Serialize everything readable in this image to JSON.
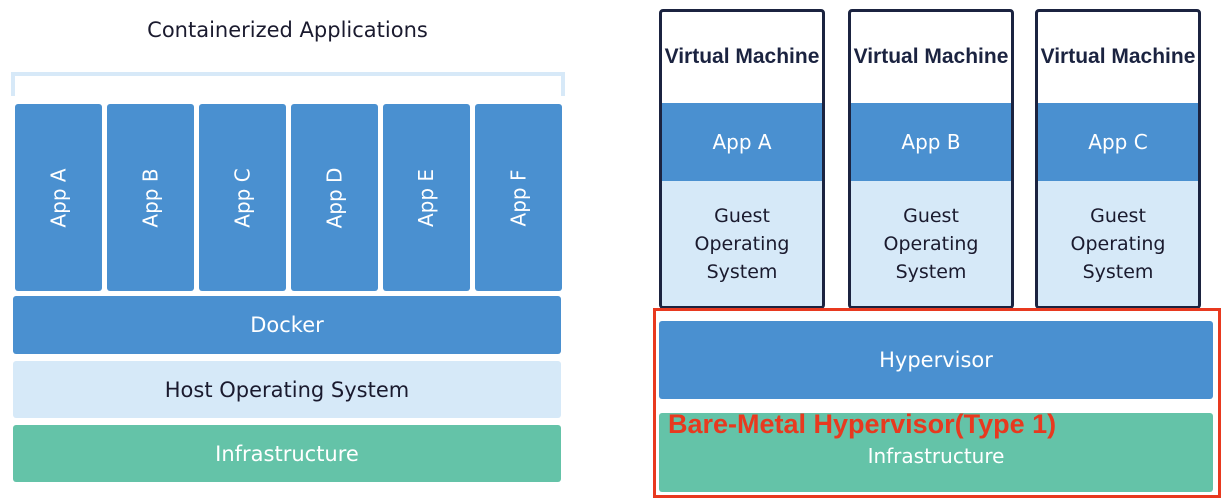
{
  "containers": {
    "title": "Containerized Applications",
    "apps": [
      "App A",
      "App B",
      "App C",
      "App D",
      "App E",
      "App F"
    ],
    "docker": "Docker",
    "host_os": "Host Operating System",
    "infrastructure": "Infrastructure"
  },
  "vms": {
    "machines": [
      {
        "title": "Virtual Machine",
        "app": "App A",
        "os_lines": [
          "Guest",
          "Operating",
          "System"
        ]
      },
      {
        "title": "Virtual Machine",
        "app": "App B",
        "os_lines": [
          "Guest",
          "Operating",
          "System"
        ]
      },
      {
        "title": "Virtual Machine",
        "app": "App C",
        "os_lines": [
          "Guest",
          "Operating",
          "System"
        ]
      }
    ],
    "hypervisor": "Hypervisor",
    "infrastructure": "Infrastructure",
    "annotation": "Bare-Metal Hypervisor(Type 1)"
  },
  "colors": {
    "app_blue": "#4a90d0",
    "light_blue": "#d6e9f8",
    "infra_green": "#64c3a8",
    "highlight_red": "#e8391f",
    "vm_border": "#1b2340"
  }
}
